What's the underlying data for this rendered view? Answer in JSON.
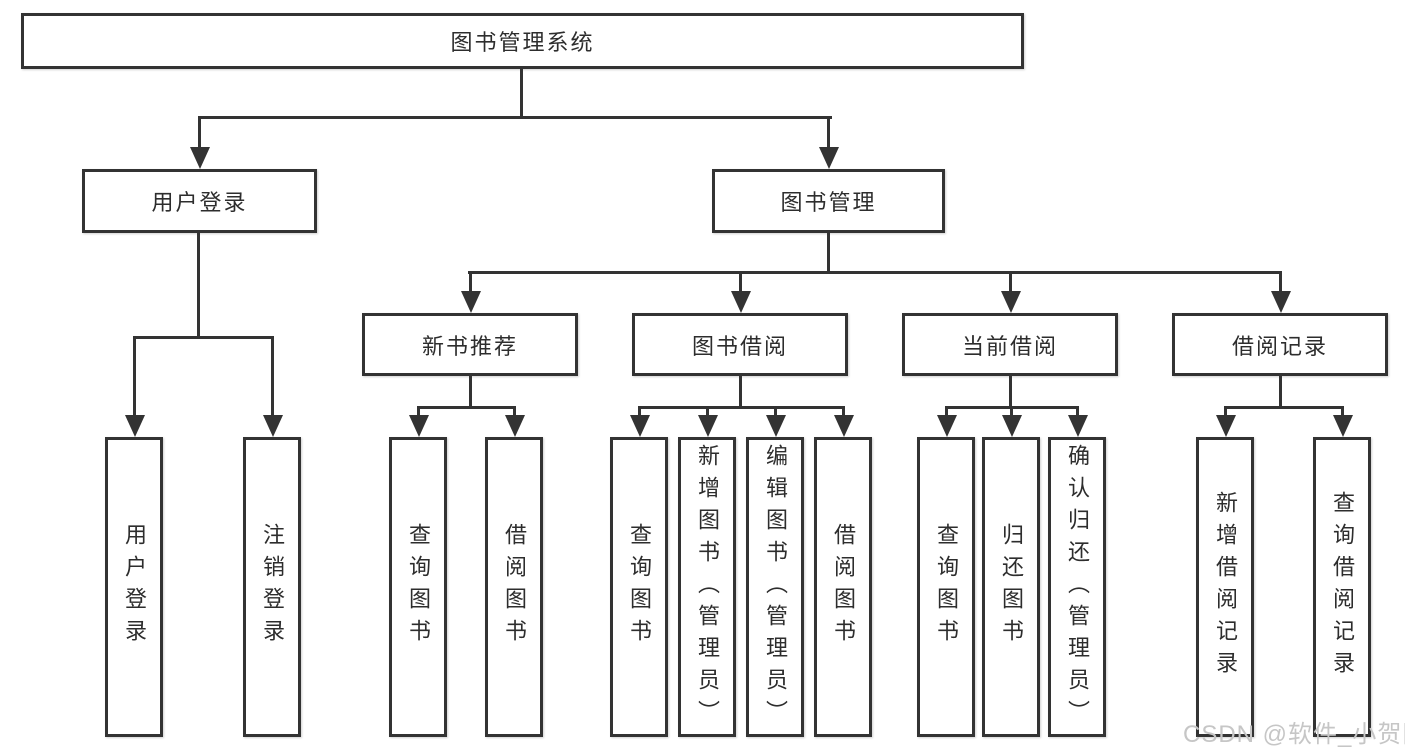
{
  "diagram_title": "图书管理系统",
  "watermark": "CSDN @软件_小贺同学",
  "colors": {
    "line": "#333333",
    "text": "#2d2d2d",
    "box_background": "#ffffff",
    "watermark": "#c6c6c6"
  },
  "nodes": {
    "root": "图书管理系统",
    "user_login_branch": {
      "label": "用户登录",
      "children": [
        "用户登录",
        "注销登录"
      ]
    },
    "book_mgmt_branch": {
      "label": "图书管理",
      "sections": [
        {
          "label": "新书推荐",
          "children": [
            "查询图书",
            "借阅图书"
          ]
        },
        {
          "label": "图书借阅",
          "children": [
            "查询图书",
            "新增图书（管理员）",
            "编辑图书（管理员）",
            "借阅图书"
          ]
        },
        {
          "label": "当前借阅",
          "children": [
            "查询图书",
            "归还图书",
            "确认归还（管理员）"
          ]
        },
        {
          "label": "借阅记录",
          "children": [
            "新增借阅记录",
            "查询借阅记录"
          ]
        }
      ]
    }
  }
}
